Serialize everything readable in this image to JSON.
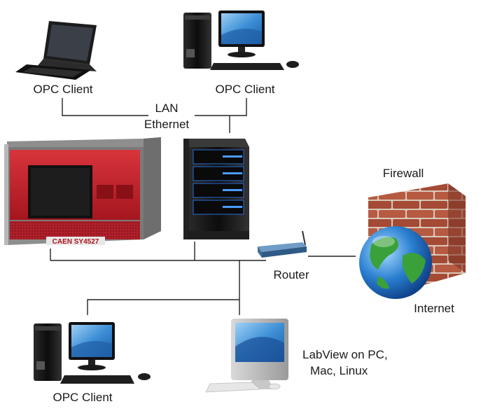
{
  "labels": {
    "opc_client_top_left": "OPC Client",
    "opc_client_top_right": "OPC Client",
    "lan_line1": "LAN",
    "lan_line2": "Ethernet",
    "firewall": "Firewall",
    "router": "Router",
    "internet": "Internet",
    "opc_client_bottom": "OPC Client",
    "labview_line1": "LabView on PC,",
    "labview_line2": "Mac, Linux"
  },
  "device_text": {
    "caen_model": "CAEN  SY4527"
  },
  "colors": {
    "caen_red": "#c8202a",
    "server_black": "#151515",
    "server_accent": "#2a6fd6",
    "brick": "#a8503a",
    "globe_blue": "#1f6fc6",
    "globe_green": "#3aa13a",
    "router_blue": "#3f6f9e",
    "line": "#222222"
  },
  "icons": [
    "laptop-icon",
    "desktop-pc-icon",
    "server-tower-icon",
    "caen-crate-icon",
    "router-icon",
    "firewall-icon",
    "globe-icon",
    "imac-icon"
  ]
}
